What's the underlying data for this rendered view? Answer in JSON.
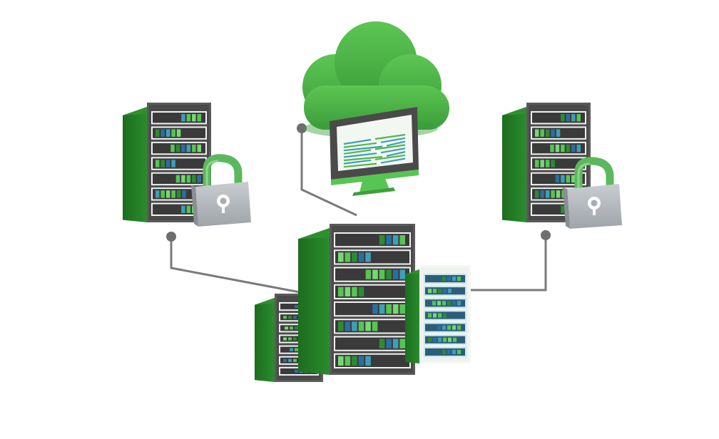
{
  "colors": {
    "background": "#ffffff",
    "cloud": "#4fb848",
    "cloud_shadow": "#3c9e3a",
    "rack_front": "#4a4a4a",
    "rack_side": "#1f7a22",
    "rack_top": "#2f8f2f",
    "bay": "#3a3a3a",
    "bay_frame": "#f2f2f2",
    "led_green": "#57c553",
    "led_dark_green": "#2d8b34",
    "led_blue": "#2a6fa0",
    "led_teal": "#3e9fb6",
    "lock_body": "#b9bdc2",
    "lock_body_dark": "#9ea3a8",
    "lock_shackle": "#5cb85c",
    "wire": "#7a7a7a",
    "monitor_frame": "#4a4a4a",
    "monitor_screen": "#f3f7f2",
    "monitor_stand": "#57c553"
  },
  "icons": [
    "cloud-icon",
    "monitor-icon",
    "server-rack-icon",
    "padlock-icon",
    "connection-node-icon"
  ],
  "nodes": [
    {
      "id": "cloud-monitor",
      "icon": "cloud-icon"
    },
    {
      "id": "left-secure-server",
      "icon": "server-rack-icon",
      "locked": true
    },
    {
      "id": "right-secure-server",
      "icon": "server-rack-icon",
      "locked": true
    },
    {
      "id": "central-data-center",
      "icon": "server-rack-icon"
    }
  ],
  "links": [
    {
      "from": "cloud-monitor",
      "to": "central-data-center"
    },
    {
      "from": "left-secure-server",
      "to": "central-data-center"
    },
    {
      "from": "right-secure-server",
      "to": "central-data-center"
    }
  ]
}
